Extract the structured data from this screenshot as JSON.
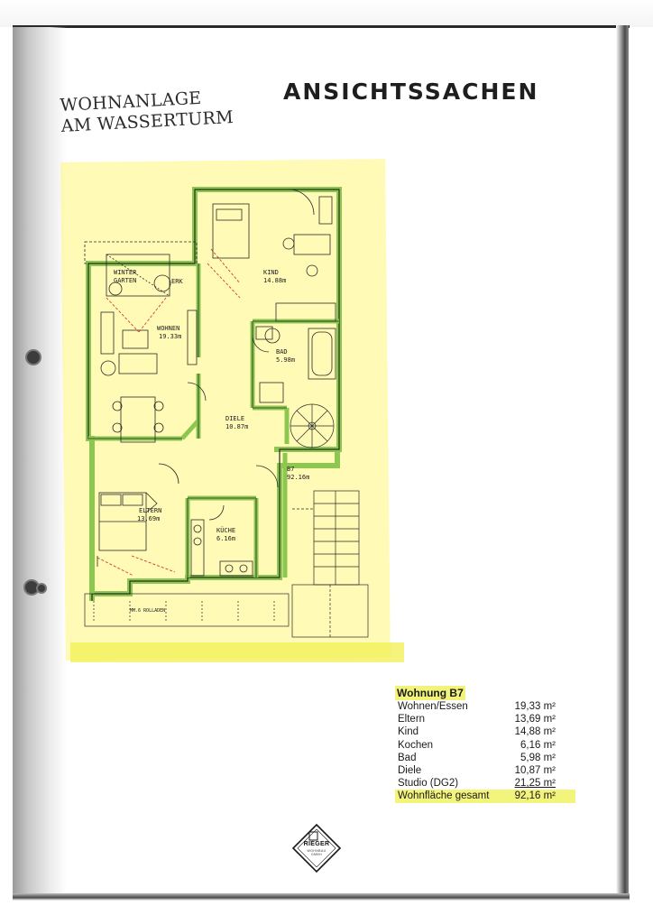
{
  "header": {
    "project_line1": "WOHNANLAGE",
    "project_line2": "AM WASSERTURM",
    "section_title": "ANSICHTSSACHEN"
  },
  "floorplan": {
    "rooms": [
      {
        "name": "WINTER",
        "name2": "GARTEN"
      },
      {
        "name": "WOHNEN",
        "area": "19.33m"
      },
      {
        "name": "KIND",
        "area": "14.88m"
      },
      {
        "name": "BAD",
        "area": "5.98m"
      },
      {
        "name": "DIELE",
        "area": "10.87m"
      },
      {
        "name": "ELTERN",
        "area": "13.69m"
      },
      {
        "name": "KÜCHE",
        "area": "6.16m"
      },
      {
        "name": "B7",
        "area": "92.16m"
      }
    ],
    "note_erk": "ERK",
    "note_rolladen": "MM.6 ROLLADEN"
  },
  "area_table": {
    "apartment": "Wohnung B7",
    "rows": [
      {
        "label": "Wohnen/Essen",
        "value": "19,33 m²"
      },
      {
        "label": "Eltern",
        "value": "13,69 m²"
      },
      {
        "label": "Kind",
        "value": "14,88 m²"
      },
      {
        "label": "Kochen",
        "value": "6,16 m²"
      },
      {
        "label": "Bad",
        "value": "5,98 m²"
      },
      {
        "label": "Diele",
        "value": "10,87 m²"
      },
      {
        "label": "Studio (DG2)",
        "value": "21,25 m²"
      }
    ],
    "total": {
      "label": "Wohnfläche gesamt",
      "value": "92,16 m²"
    }
  },
  "logo": {
    "name": "RIEGER",
    "subtitle": "WOHNBAU GMBH"
  },
  "colors": {
    "wall_green": "#7fc04a",
    "highlighter_yellow": "#f2f37a",
    "ink": "#222222",
    "door_red": "#d23a3a"
  }
}
